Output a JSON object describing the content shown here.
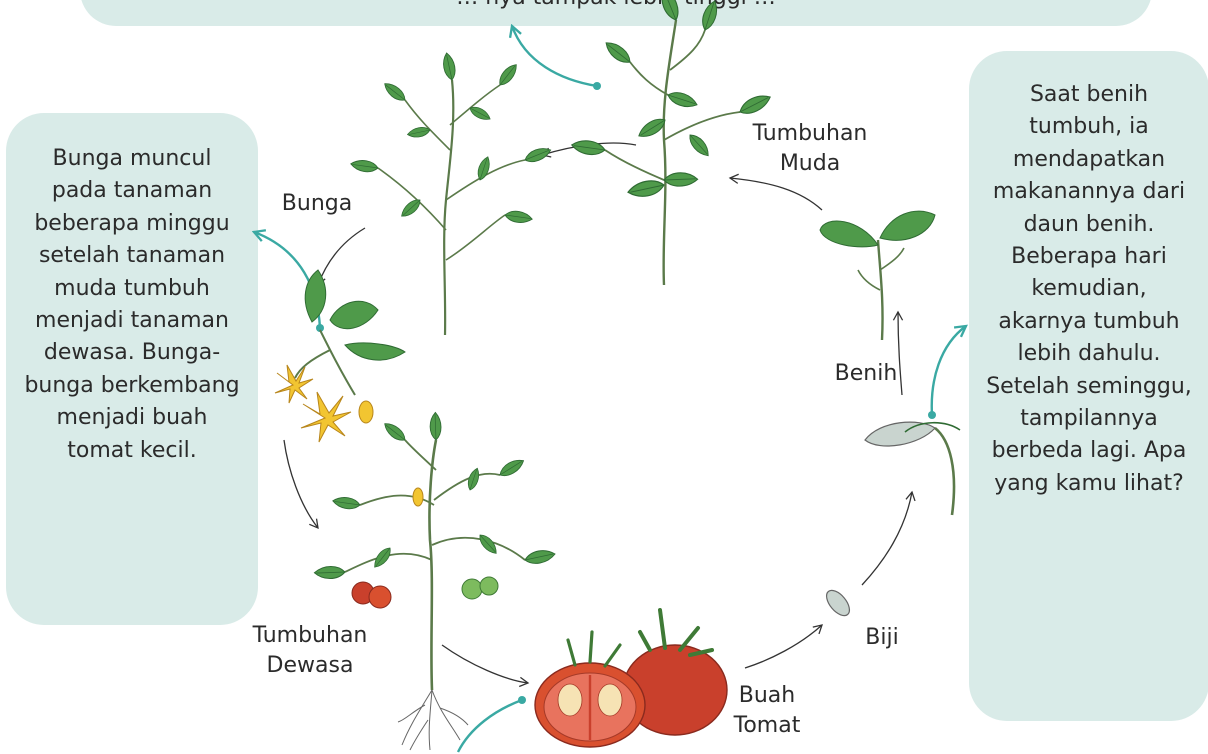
{
  "top_box": {
    "text": "… nya tampak lebih tinggi …"
  },
  "left_box": {
    "text": "Bunga muncul pada tanaman beberapa minggu setelah tanaman muda tumbuh menjadi tanaman dewasa. Bunga-bunga berkembang menjadi buah tomat kecil."
  },
  "right_box": {
    "text": "Saat benih tumbuh, ia mendapatkan makanannya dari daun benih. Beberapa hari kemudian, akarnya tumbuh lebih dahulu. Setelah seminggu, tampilannya berbeda lagi. Apa yang kamu lihat?"
  },
  "stages": {
    "tumbuhan_muda": {
      "line1": "Tumbuhan",
      "line2": "Muda"
    },
    "bunga": {
      "label": "Bunga"
    },
    "benih": {
      "label": "Benih"
    },
    "biji": {
      "label": "Biji"
    },
    "tumbuhan_dewasa": {
      "line1": "Tumbuhan",
      "line2": "Dewasa"
    },
    "buah_tomat": {
      "line1": "Buah",
      "line2": "Tomat"
    }
  },
  "colors": {
    "box_fill": "#d9ebe8",
    "callout": "#3aa9a3",
    "leaf": "#4f9a4a",
    "leaf_dark": "#2f6b33",
    "stem": "#5b7a4a",
    "tomato": "#c9402c",
    "tomato_inner": "#e8735e",
    "flower": "#f2c531",
    "seed": "#c9d4cf"
  }
}
